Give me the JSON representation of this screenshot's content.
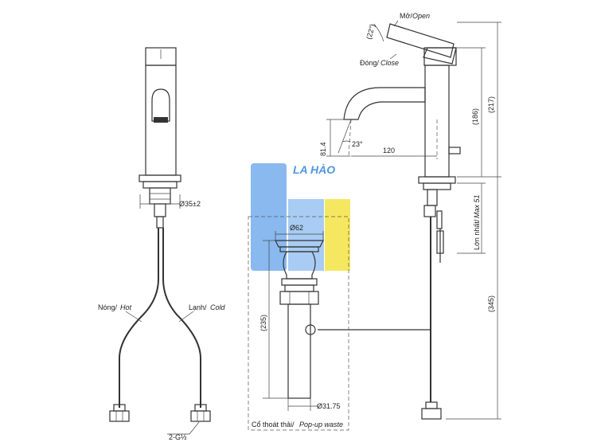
{
  "watermark": {
    "brand": "LA HÀO",
    "color_blue": "#6fa8e8",
    "color_yellow": "#f3e34a"
  },
  "labels": {
    "hot_vi": "Nóng/",
    "hot_en": "Hot",
    "cold_vi": "Lạnh/",
    "cold_en": "Cold",
    "connector": "2-G½",
    "open_vi": "Mở/",
    "open_en": "Open",
    "close_vi": "Đóng/",
    "close_en": "Close",
    "max_vi": "Lớn nhất/",
    "max_en": "Max 51",
    "waste_vi": "Cổ thoát thải/",
    "waste_en": "Pop-up waste"
  },
  "dimensions": {
    "base_diameter": "Ø35±2",
    "angle_handle": "(22°)",
    "spout_angle": "23°",
    "spout_height": "81.4",
    "spout_reach": "120",
    "body_height": "(186)",
    "total_height": "(217)",
    "hose_length": "(345)",
    "waste_diameter": "Ø62",
    "waste_length": "(235)",
    "waste_pipe": "Ø31.75"
  }
}
